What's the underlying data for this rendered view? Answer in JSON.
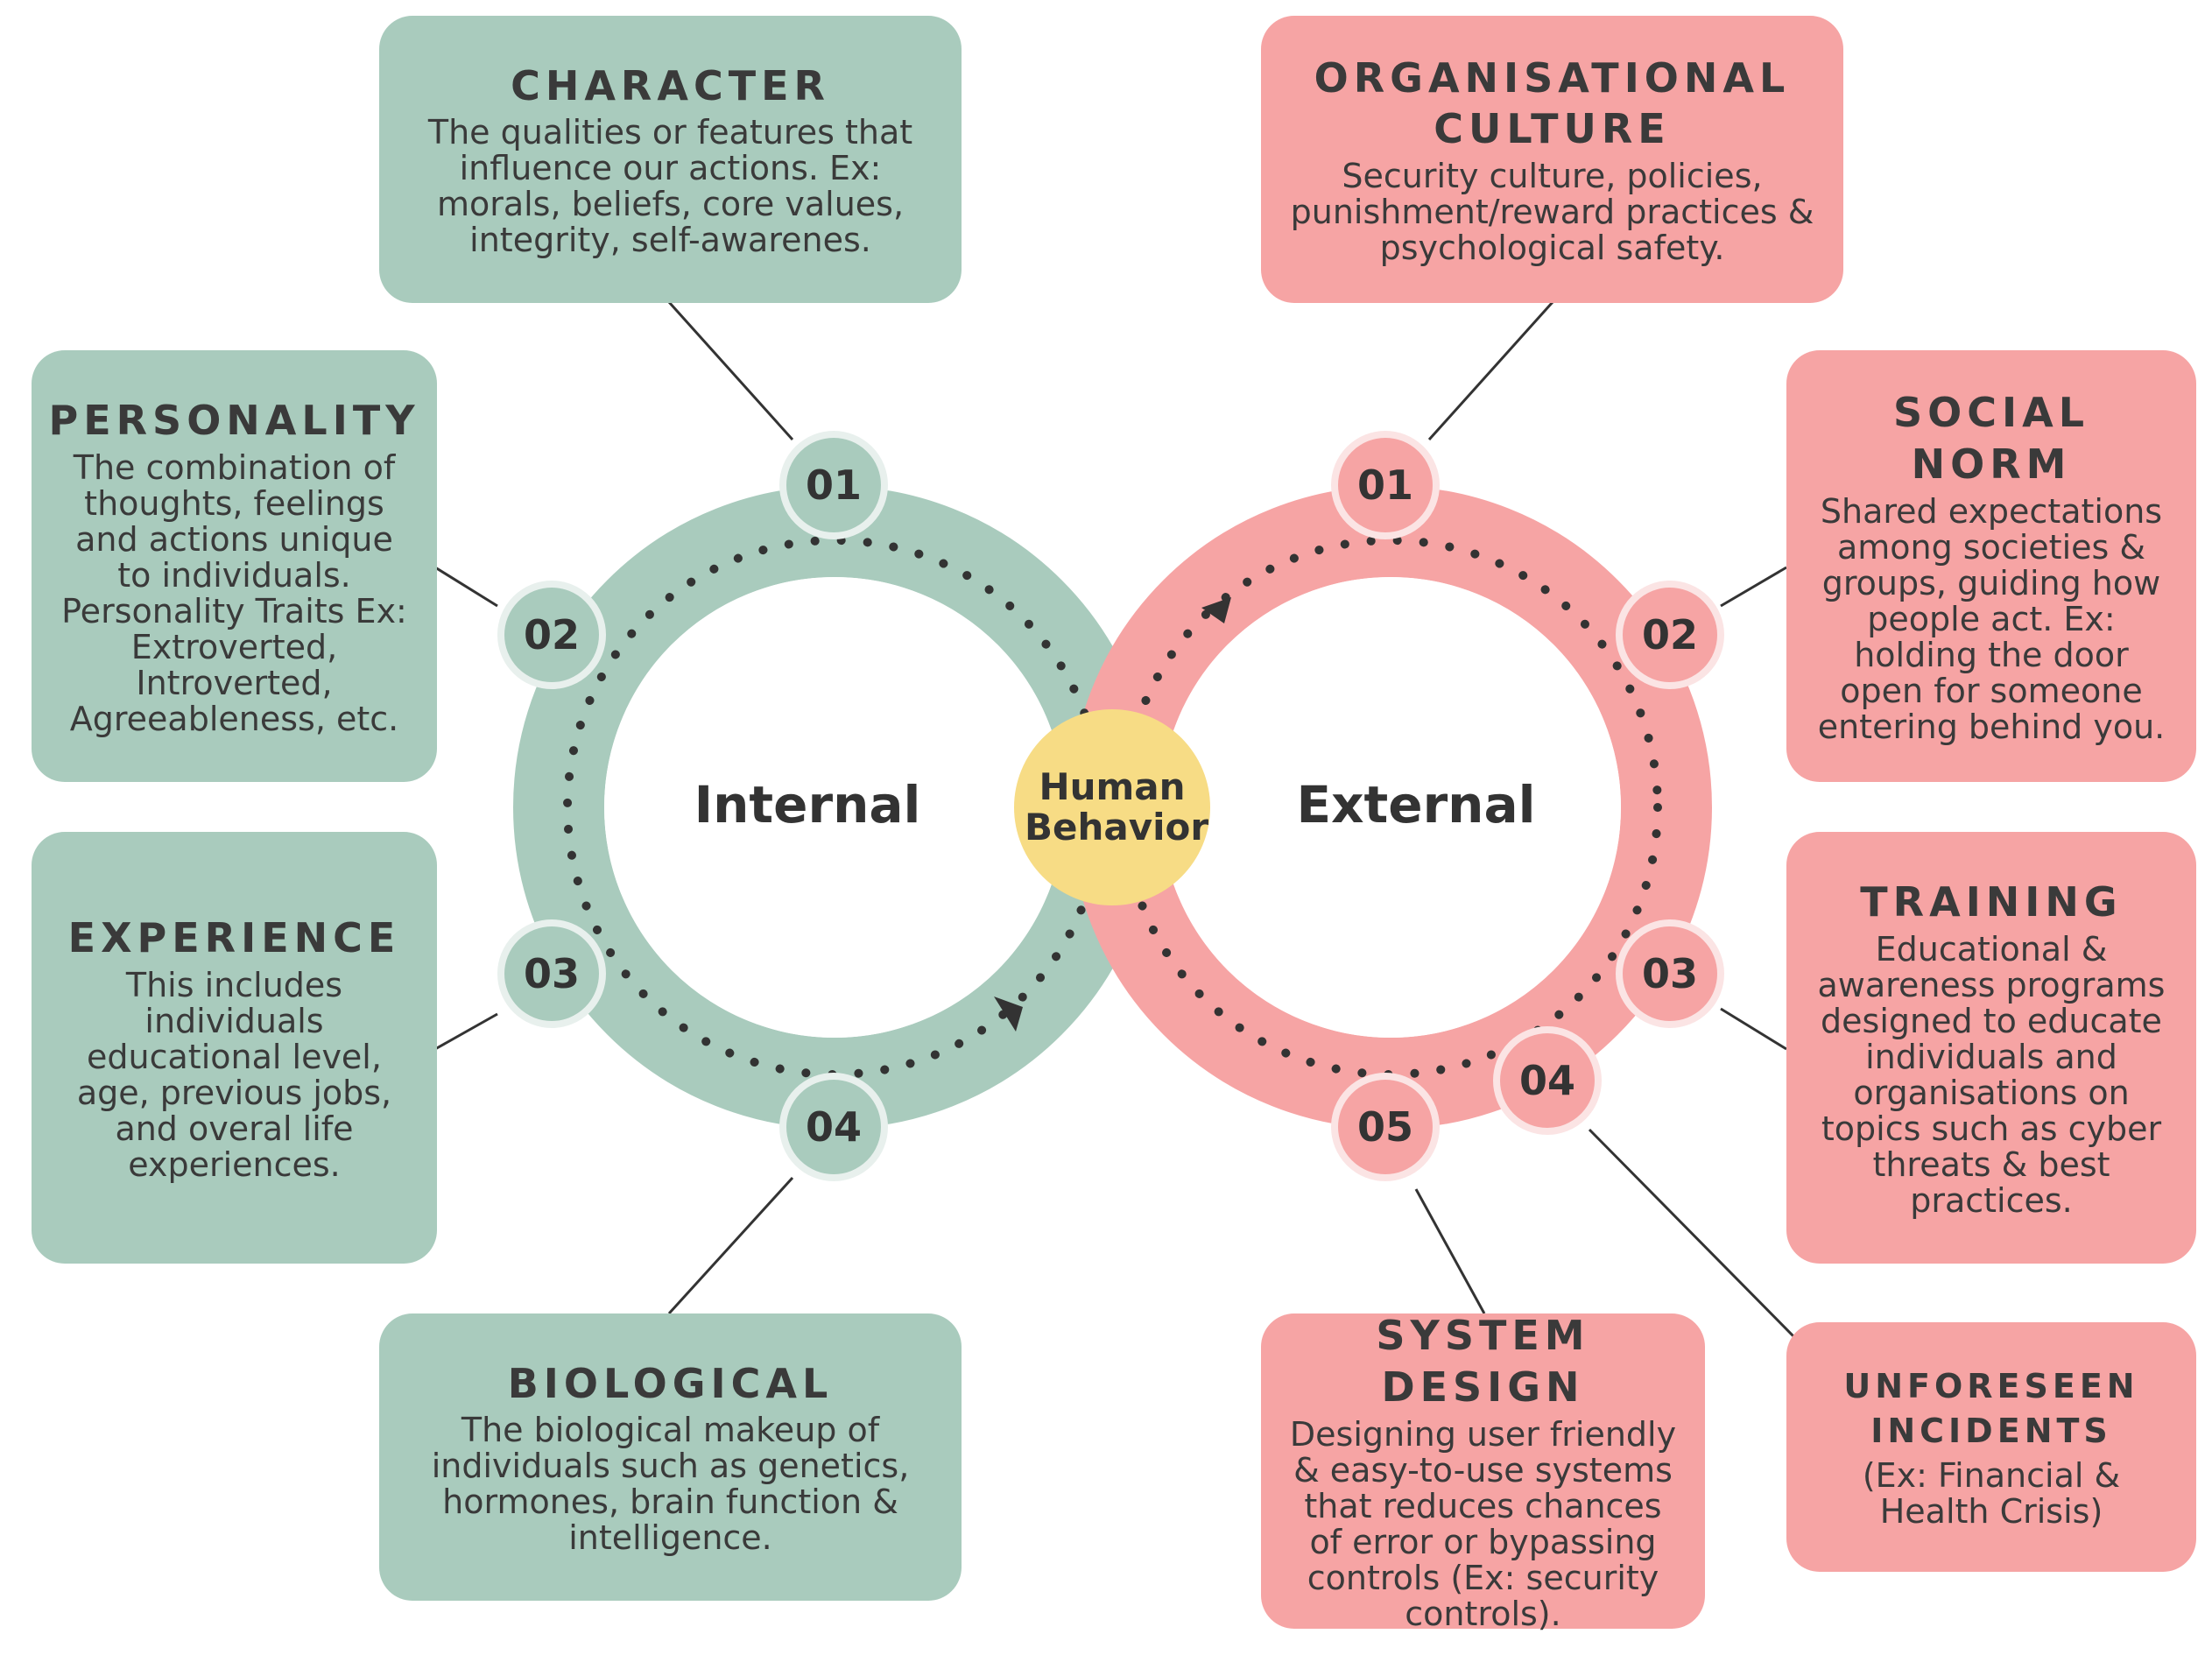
{
  "center": {
    "line1": "Human",
    "line2": "Behavior"
  },
  "internal": {
    "label": "Internal",
    "badges": [
      "01",
      "02",
      "03",
      "04"
    ],
    "cards": [
      {
        "title": "CHARACTER",
        "desc": "The qualities or features that influence our actions. Ex: morals, beliefs, core values, integrity, self-awarenes."
      },
      {
        "title": "PERSONALITY",
        "desc": "The combination of thoughts, feelings and actions unique to individuals. Personality Traits Ex: Extroverted, Introverted, Agreeableness, etc."
      },
      {
        "title": "EXPERIENCE",
        "desc": "This includes individuals educational level, age, previous jobs, and overal life experiences."
      },
      {
        "title": "BIOLOGICAL",
        "desc": "The biological makeup of individuals such as genetics, hormones, brain function & intelligence."
      }
    ]
  },
  "external": {
    "label": "External",
    "badges": [
      "01",
      "02",
      "03",
      "04",
      "05"
    ],
    "cards": [
      {
        "title": "ORGANISATIONAL CULTURE",
        "desc": "Security culture, policies, punishment/reward practices & psychological safety."
      },
      {
        "title": "SOCIAL NORM",
        "desc": "Shared expectations among societies & groups, guiding how people act. Ex: holding the door open for someone entering behind you."
      },
      {
        "title": "TRAINING",
        "desc": "Educational & awareness programs designed to educate individuals and organisations on topics such as cyber threats & best practices."
      },
      {
        "title": "UNFORESEEN INCIDENTS",
        "desc": "(Ex: Financial & Health Crisis)"
      },
      {
        "title": "SYSTEM DESIGN",
        "desc": "Designing user friendly & easy-to-use systems that reduces chances of error or bypassing controls (Ex: security controls)."
      }
    ]
  },
  "colors": {
    "green": "#a9cbbd",
    "red": "#f6a4a4",
    "yellow": "#f7dc85",
    "text": "#333333"
  }
}
